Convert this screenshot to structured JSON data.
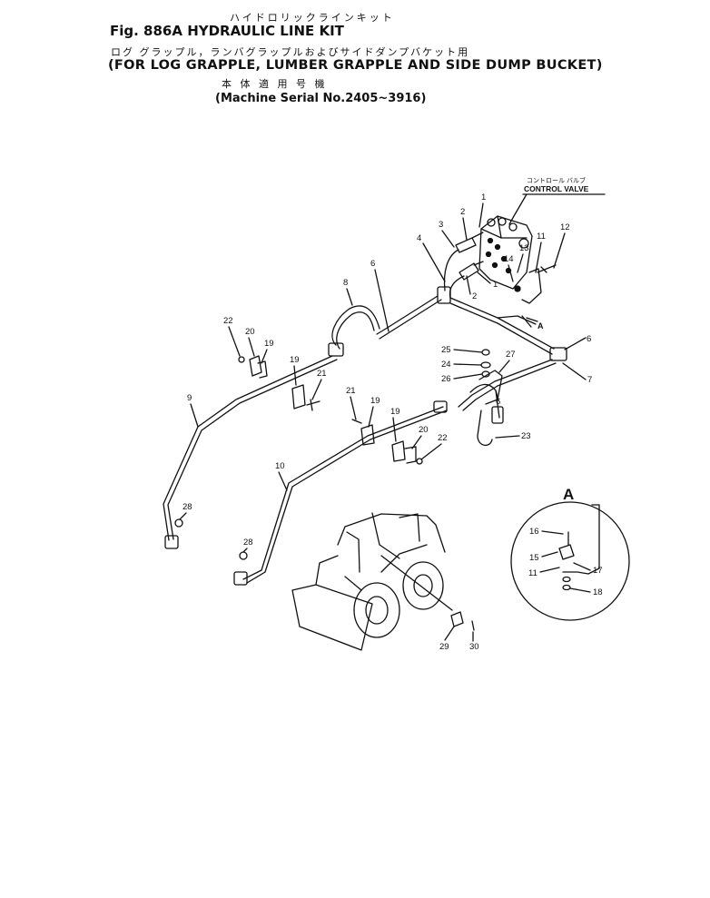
{
  "header": {
    "jp_title": "ハイドロリックラインキット",
    "fig_title": "Fig. 886A HYDRAULIC LINE KIT",
    "jp_subtitle": "ログ グラップル，ランバグラップルおよびサイドダンプバケット用",
    "en_subtitle": "(FOR LOG GRAPPLE, LUMBER GRAPPLE AND SIDE DUMP BUCKET)",
    "jp_serial": "本 体 適 用 号 機",
    "serial": "(Machine Serial No.2405~3916)"
  },
  "control_valve": {
    "jp": "コントロール バルブ",
    "en": "CONTROL VALVE"
  },
  "detail": {
    "label": "A",
    "callouts": [
      "16",
      "15",
      "11",
      "17",
      "18"
    ]
  },
  "callouts": [
    "1",
    "1",
    "2",
    "2",
    "3",
    "4",
    "6",
    "6",
    "6",
    "7",
    "8",
    "9",
    "10",
    "11",
    "12",
    "13",
    "14",
    "19",
    "19",
    "19",
    "19",
    "20",
    "20",
    "21",
    "21",
    "22",
    "22",
    "23",
    "24",
    "25",
    "26",
    "27",
    "28",
    "28",
    "29",
    "30"
  ],
  "view_marker": "A"
}
